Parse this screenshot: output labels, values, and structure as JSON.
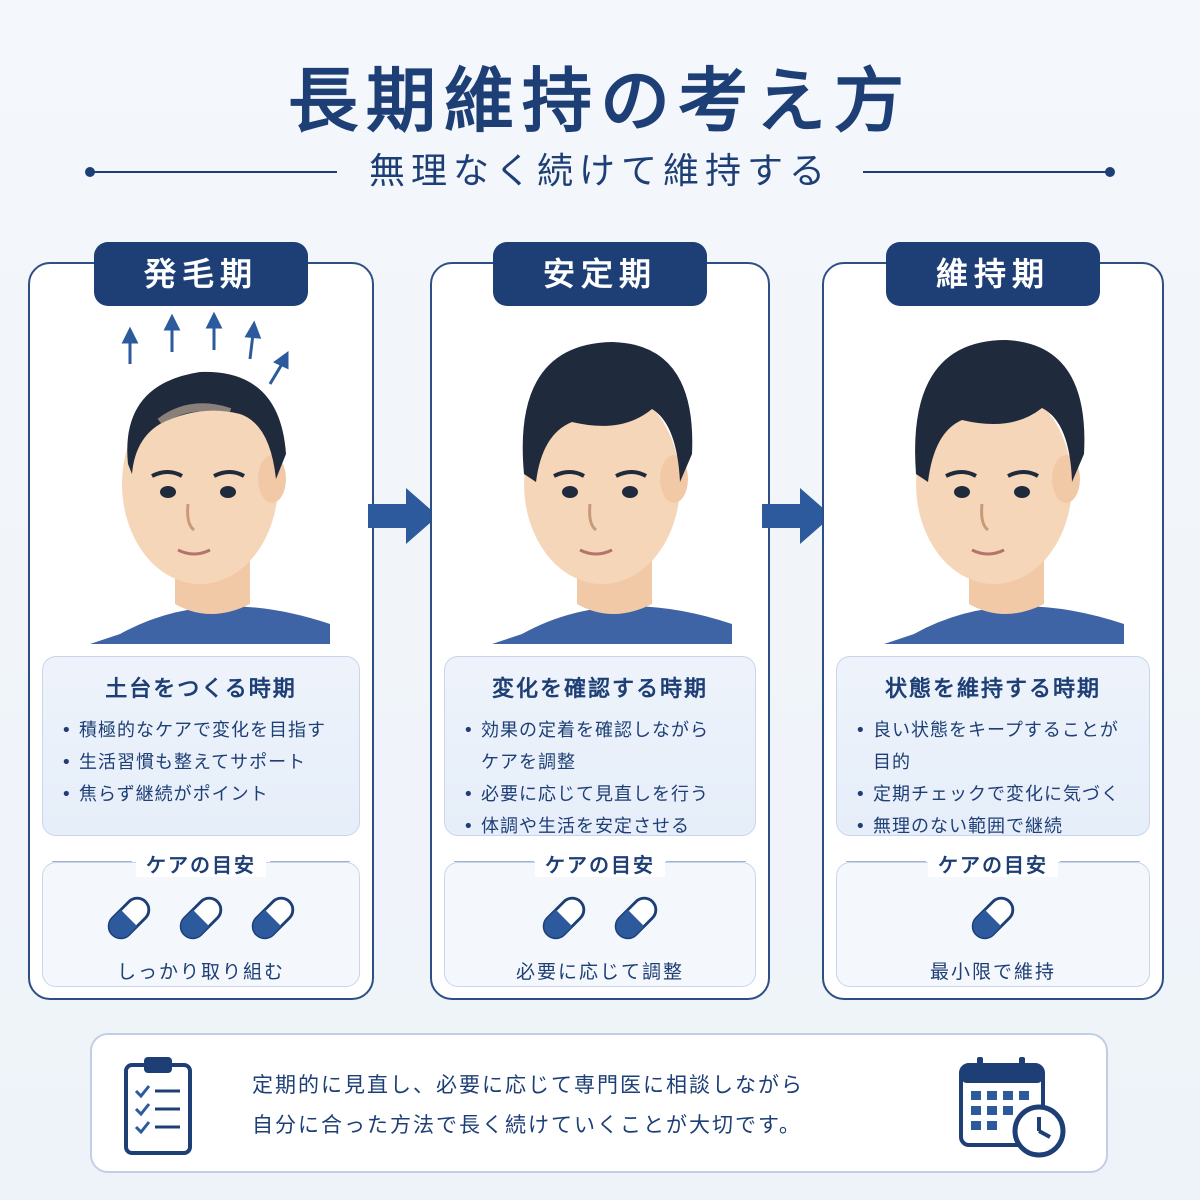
{
  "header": {
    "title": "長期維持の考え方",
    "subtitle": "無理なく続けて維持する"
  },
  "phases": [
    {
      "label": "発毛期",
      "info_title": "土台をつくる時期",
      "bullets": [
        "積極的なケアで変化を目指す",
        "生活習慣も整えてサポート",
        "焦らず継続がポイント"
      ],
      "care_heading": "ケアの目安",
      "pill_count": 3,
      "care_text": "しっかり取り組む"
    },
    {
      "label": "安定期",
      "info_title": "変化を確認する時期",
      "bullets": [
        "効果の定着を確認しながら",
        "ケアを調整",
        "必要に応じて見直しを行う",
        "体調や生活を安定させる"
      ],
      "care_heading": "ケアの目安",
      "pill_count": 2,
      "care_text": "必要に応じて調整"
    },
    {
      "label": "維持期",
      "info_title": "状態を維持する時期",
      "bullets": [
        "良い状態をキープすることが",
        "目的",
        "定期チェックで変化に気づく",
        "無理のない範囲で継続"
      ],
      "care_heading": "ケアの目安",
      "pill_count": 1,
      "care_text": "最小限で維持"
    }
  ],
  "footer": {
    "line1": "定期的に見直し、必要に応じて専門医に相談しながら",
    "line2": "自分に合った方法で長く続けていくことが大切です。"
  },
  "colors": {
    "navy": "#1d3f76",
    "skin": "#f6d6b8",
    "hair": "#1f2a3c",
    "shirt": "#3e64a6",
    "arrow": "#2c5a9c"
  },
  "icons": {
    "flow_arrow": "right-arrow-icon",
    "pill": "capsule-icon",
    "clipboard": "checklist-clipboard-icon",
    "calendar": "calendar-clock-icon",
    "growth": "hair-growth-arrows-icon"
  }
}
